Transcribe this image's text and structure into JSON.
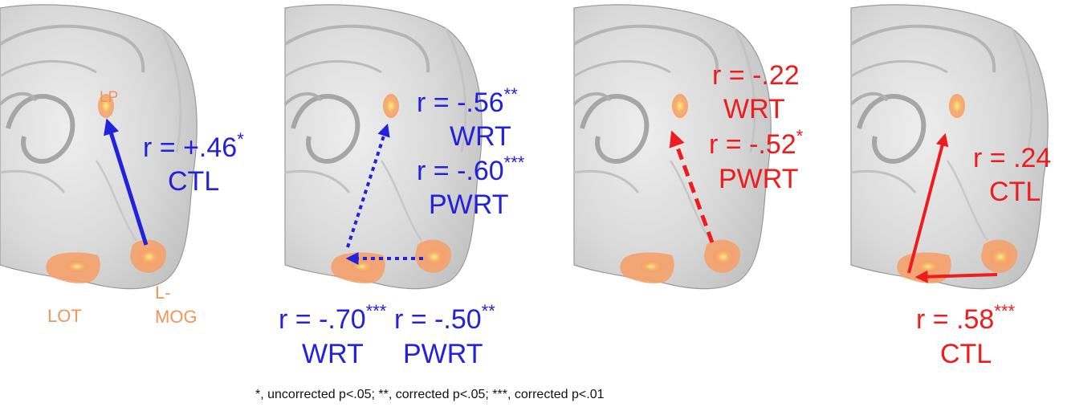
{
  "colors": {
    "blue": "#2222dd",
    "red": "#ee1c1c",
    "roi_label": "#f0965a",
    "roi_fill": "#f7a468",
    "roi_core": "#f2ee6a",
    "brain_base": "#dadada",
    "brain_shadow": "#a8a8a8"
  },
  "panels": [
    {
      "roi_labels": {
        "lp": "LP",
        "lot": "LOT",
        "lmog_line1": "L-",
        "lmog_line2": "MOG"
      },
      "stats": [
        {
          "r": "r = +.46",
          "stars": "*",
          "measure": "CTL",
          "color": "blue",
          "line": "solid",
          "connection": "L-MOG → LP"
        }
      ]
    },
    {
      "stats": [
        {
          "r": "r = -.56",
          "stars": "**",
          "measure": "WRT",
          "color": "blue",
          "line": "dotted",
          "connection": "LOT → LP"
        },
        {
          "r": "r = -.60",
          "stars": "***",
          "measure": "PWRT",
          "color": "blue",
          "line": "dotted",
          "connection": "LOT → LP"
        },
        {
          "r": "r = -.70",
          "stars": "***",
          "measure": "WRT",
          "color": "blue",
          "line": "dotted",
          "connection": "L-MOG → LOT"
        },
        {
          "r": "r = -.50",
          "stars": "**",
          "measure": "PWRT",
          "color": "blue",
          "line": "dotted",
          "connection": "L-MOG → LOT"
        }
      ]
    },
    {
      "stats": [
        {
          "r": "r = -.22",
          "stars": "",
          "measure": "WRT",
          "color": "red",
          "line": "dashed",
          "connection": "L-MOG → LP"
        },
        {
          "r": "r = -.52",
          "stars": "*",
          "measure": "PWRT",
          "color": "red",
          "line": "dashed",
          "connection": "L-MOG → LP"
        }
      ]
    },
    {
      "stats": [
        {
          "r": "r = .24",
          "stars": "",
          "measure": "CTL",
          "color": "red",
          "line": "solid",
          "connection": "LOT → LP"
        },
        {
          "r": "r = .58",
          "stars": "***",
          "measure": "CTL",
          "color": "red",
          "line": "solid",
          "connection": "L-MOG → LOT"
        }
      ]
    }
  ],
  "footnote": "*, uncorrected p<.05; **, corrected p<.05; ***, corrected p<.01"
}
